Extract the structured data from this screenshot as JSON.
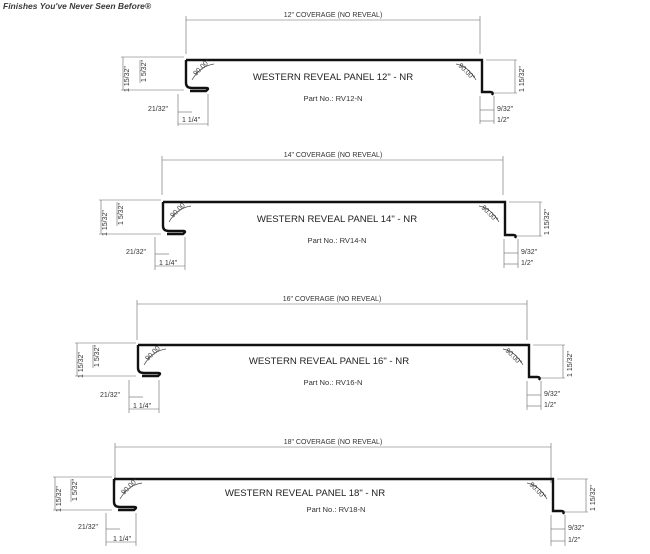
{
  "tagline": "Finishes You've Never Seen Before®",
  "panels": [
    {
      "coverage": "12\" COVERAGE (NO REVEAL)",
      "title": "WESTERN REVEAL PANEL 12\" - NR",
      "part": "Part No.: RV12-N",
      "height_outer": "1 15/32\"",
      "height_inner": "1 5/32\"",
      "left_return": "21/32\"",
      "left_width": "1 1/4\"",
      "right_height": "1 15/32\"",
      "right_return": "9/32\"",
      "right_width": "1/2\"",
      "angle": "90.00°"
    },
    {
      "coverage": "14\" COVERAGE (NO REVEAL)",
      "title": "WESTERN REVEAL PANEL 14\" - NR",
      "part": "Part No.: RV14-N",
      "height_outer": "1 15/32\"",
      "height_inner": "1 5/32\"",
      "left_return": "21/32\"",
      "left_width": "1 1/4\"",
      "right_height": "1 15/32\"",
      "right_return": "9/32\"",
      "right_width": "1/2\"",
      "angle": "90.00°"
    },
    {
      "coverage": "16\" COVERAGE (NO REVEAL)",
      "title": "WESTERN REVEAL PANEL 16\" - NR",
      "part": "Part No.: RV16-N",
      "height_outer": "1 15/32\"",
      "height_inner": "1 5/32\"",
      "left_return": "21/32\"",
      "left_width": "1 1/4\"",
      "right_height": "1 15/32\"",
      "right_return": "9/32\"",
      "right_width": "1/2\"",
      "angle": "90.00°"
    },
    {
      "coverage": "18\" COVERAGE (NO REVEAL)",
      "title": "WESTERN REVEAL PANEL 18\" - NR",
      "part": "Part No.: RV18-N",
      "height_outer": "1 15/32\"",
      "height_inner": "1 5/32\"",
      "left_return": "21/32\"",
      "left_width": "1 1/4\"",
      "right_height": "1 15/32\"",
      "right_return": "9/32\"",
      "right_width": "1/2\"",
      "angle": "90.00°"
    }
  ]
}
